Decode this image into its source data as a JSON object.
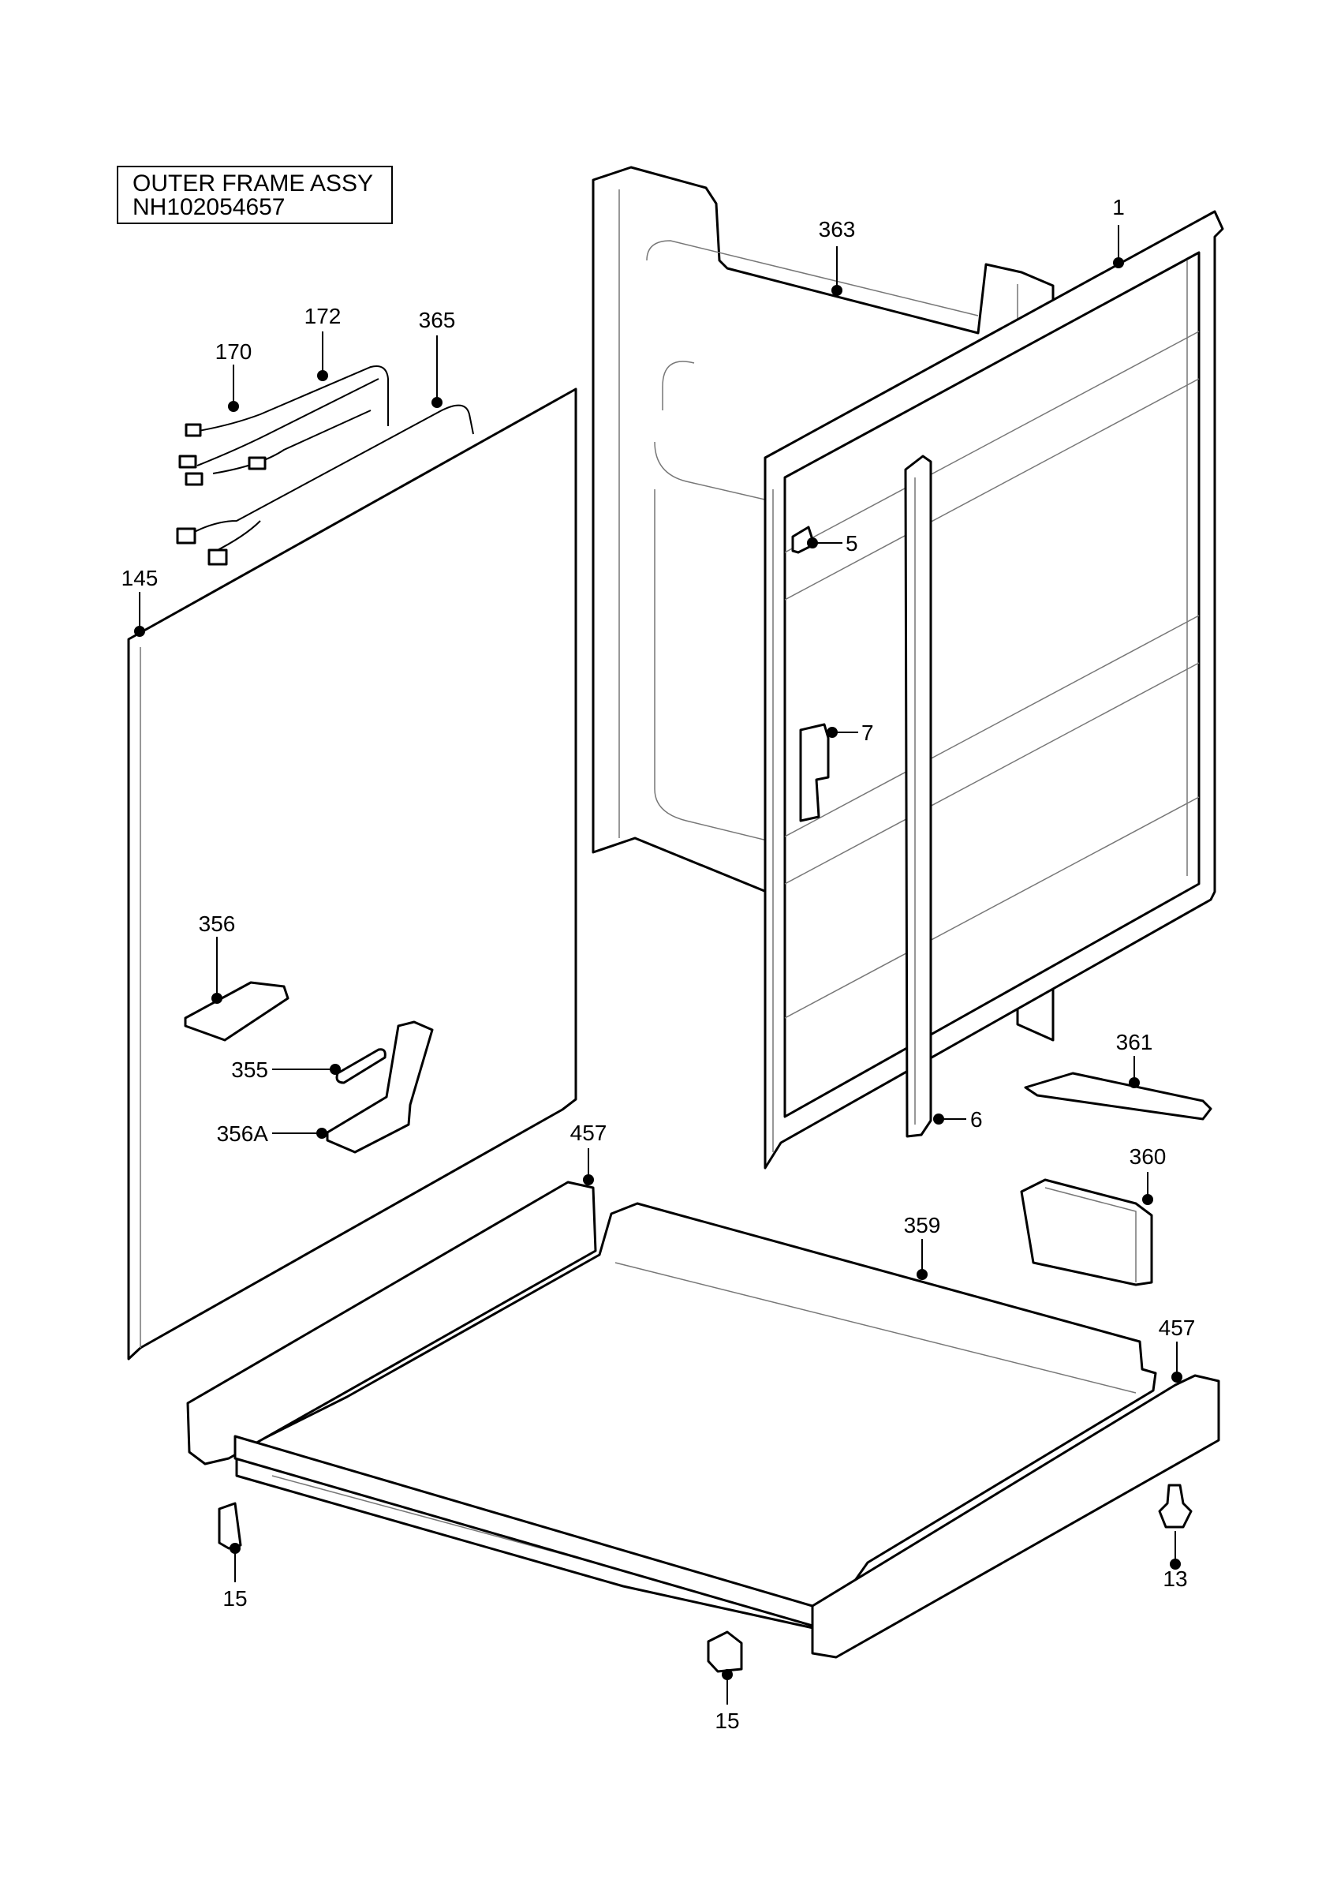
{
  "title": {
    "line1": "OUTER FRAME ASSY",
    "line2": "NH102054657"
  },
  "callouts": [
    {
      "id": "c1",
      "text": "1"
    },
    {
      "id": "c363",
      "text": "363"
    },
    {
      "id": "c172",
      "text": "172"
    },
    {
      "id": "c170",
      "text": "170"
    },
    {
      "id": "c365",
      "text": "365"
    },
    {
      "id": "c145",
      "text": "145"
    },
    {
      "id": "c5",
      "text": "5"
    },
    {
      "id": "c7",
      "text": "7"
    },
    {
      "id": "c356",
      "text": "356"
    },
    {
      "id": "c355",
      "text": "355"
    },
    {
      "id": "c356A",
      "text": "356A"
    },
    {
      "id": "c361",
      "text": "361"
    },
    {
      "id": "c6",
      "text": "6"
    },
    {
      "id": "c457a",
      "text": "457"
    },
    {
      "id": "c360",
      "text": "360"
    },
    {
      "id": "c359",
      "text": "359"
    },
    {
      "id": "c457b",
      "text": "457"
    },
    {
      "id": "c13",
      "text": "13"
    },
    {
      "id": "c15a",
      "text": "15"
    },
    {
      "id": "c15b",
      "text": "15"
    }
  ]
}
